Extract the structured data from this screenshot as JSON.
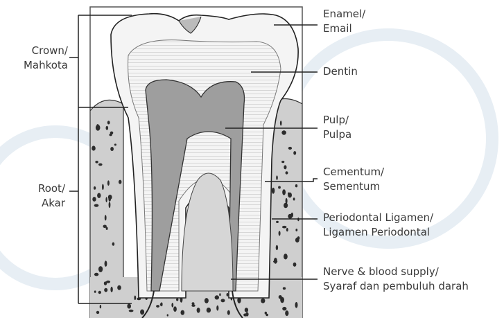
{
  "colors": {
    "label_text": "#3a3a3a",
    "leader_line": "#2a2a2a",
    "bone_fill": "#dcdcdc",
    "tooth_fill": "#f2f2f2",
    "pulp_fill": "#bdbdbd",
    "watermark": "#e4edf3"
  },
  "labels": {
    "crown": [
      "Crown/",
      "Mahkota"
    ],
    "root": [
      "Root/",
      "Akar"
    ],
    "enamel": [
      "Enamel/",
      "Email"
    ],
    "dentin": [
      "Dentin"
    ],
    "pulp": [
      "Pulp/",
      "Pulpa"
    ],
    "cementum": [
      "Cementum/",
      "Sementum"
    ],
    "periodontal": [
      "Periodontal Ligamen/",
      "Ligamen Periodontal"
    ],
    "nerve": [
      "Nerve & blood supply/",
      "Syaraf dan pembuluh darah"
    ]
  }
}
